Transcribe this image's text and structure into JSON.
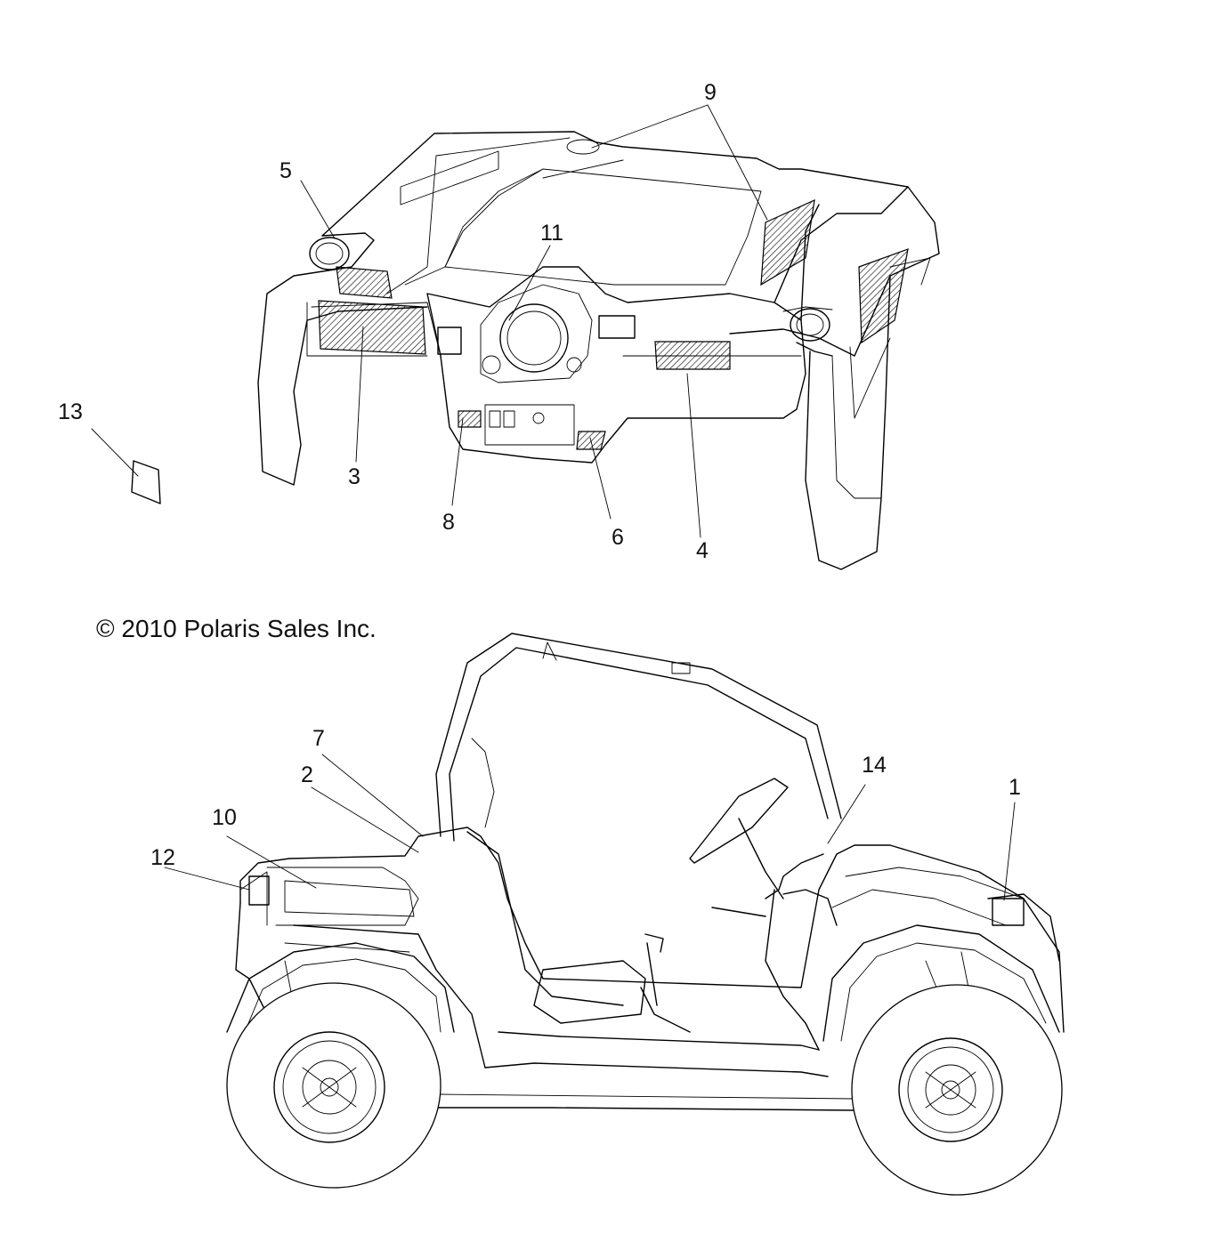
{
  "copyright": "© 2010 Polaris Sales Inc.",
  "callouts": {
    "c1": "1",
    "c2": "2",
    "c3": "3",
    "c4": "4",
    "c5": "5",
    "c6": "6",
    "c7": "7",
    "c8": "8",
    "c9": "9",
    "c10": "10",
    "c11": "11",
    "c12": "12",
    "c13": "13",
    "c14": "14"
  }
}
